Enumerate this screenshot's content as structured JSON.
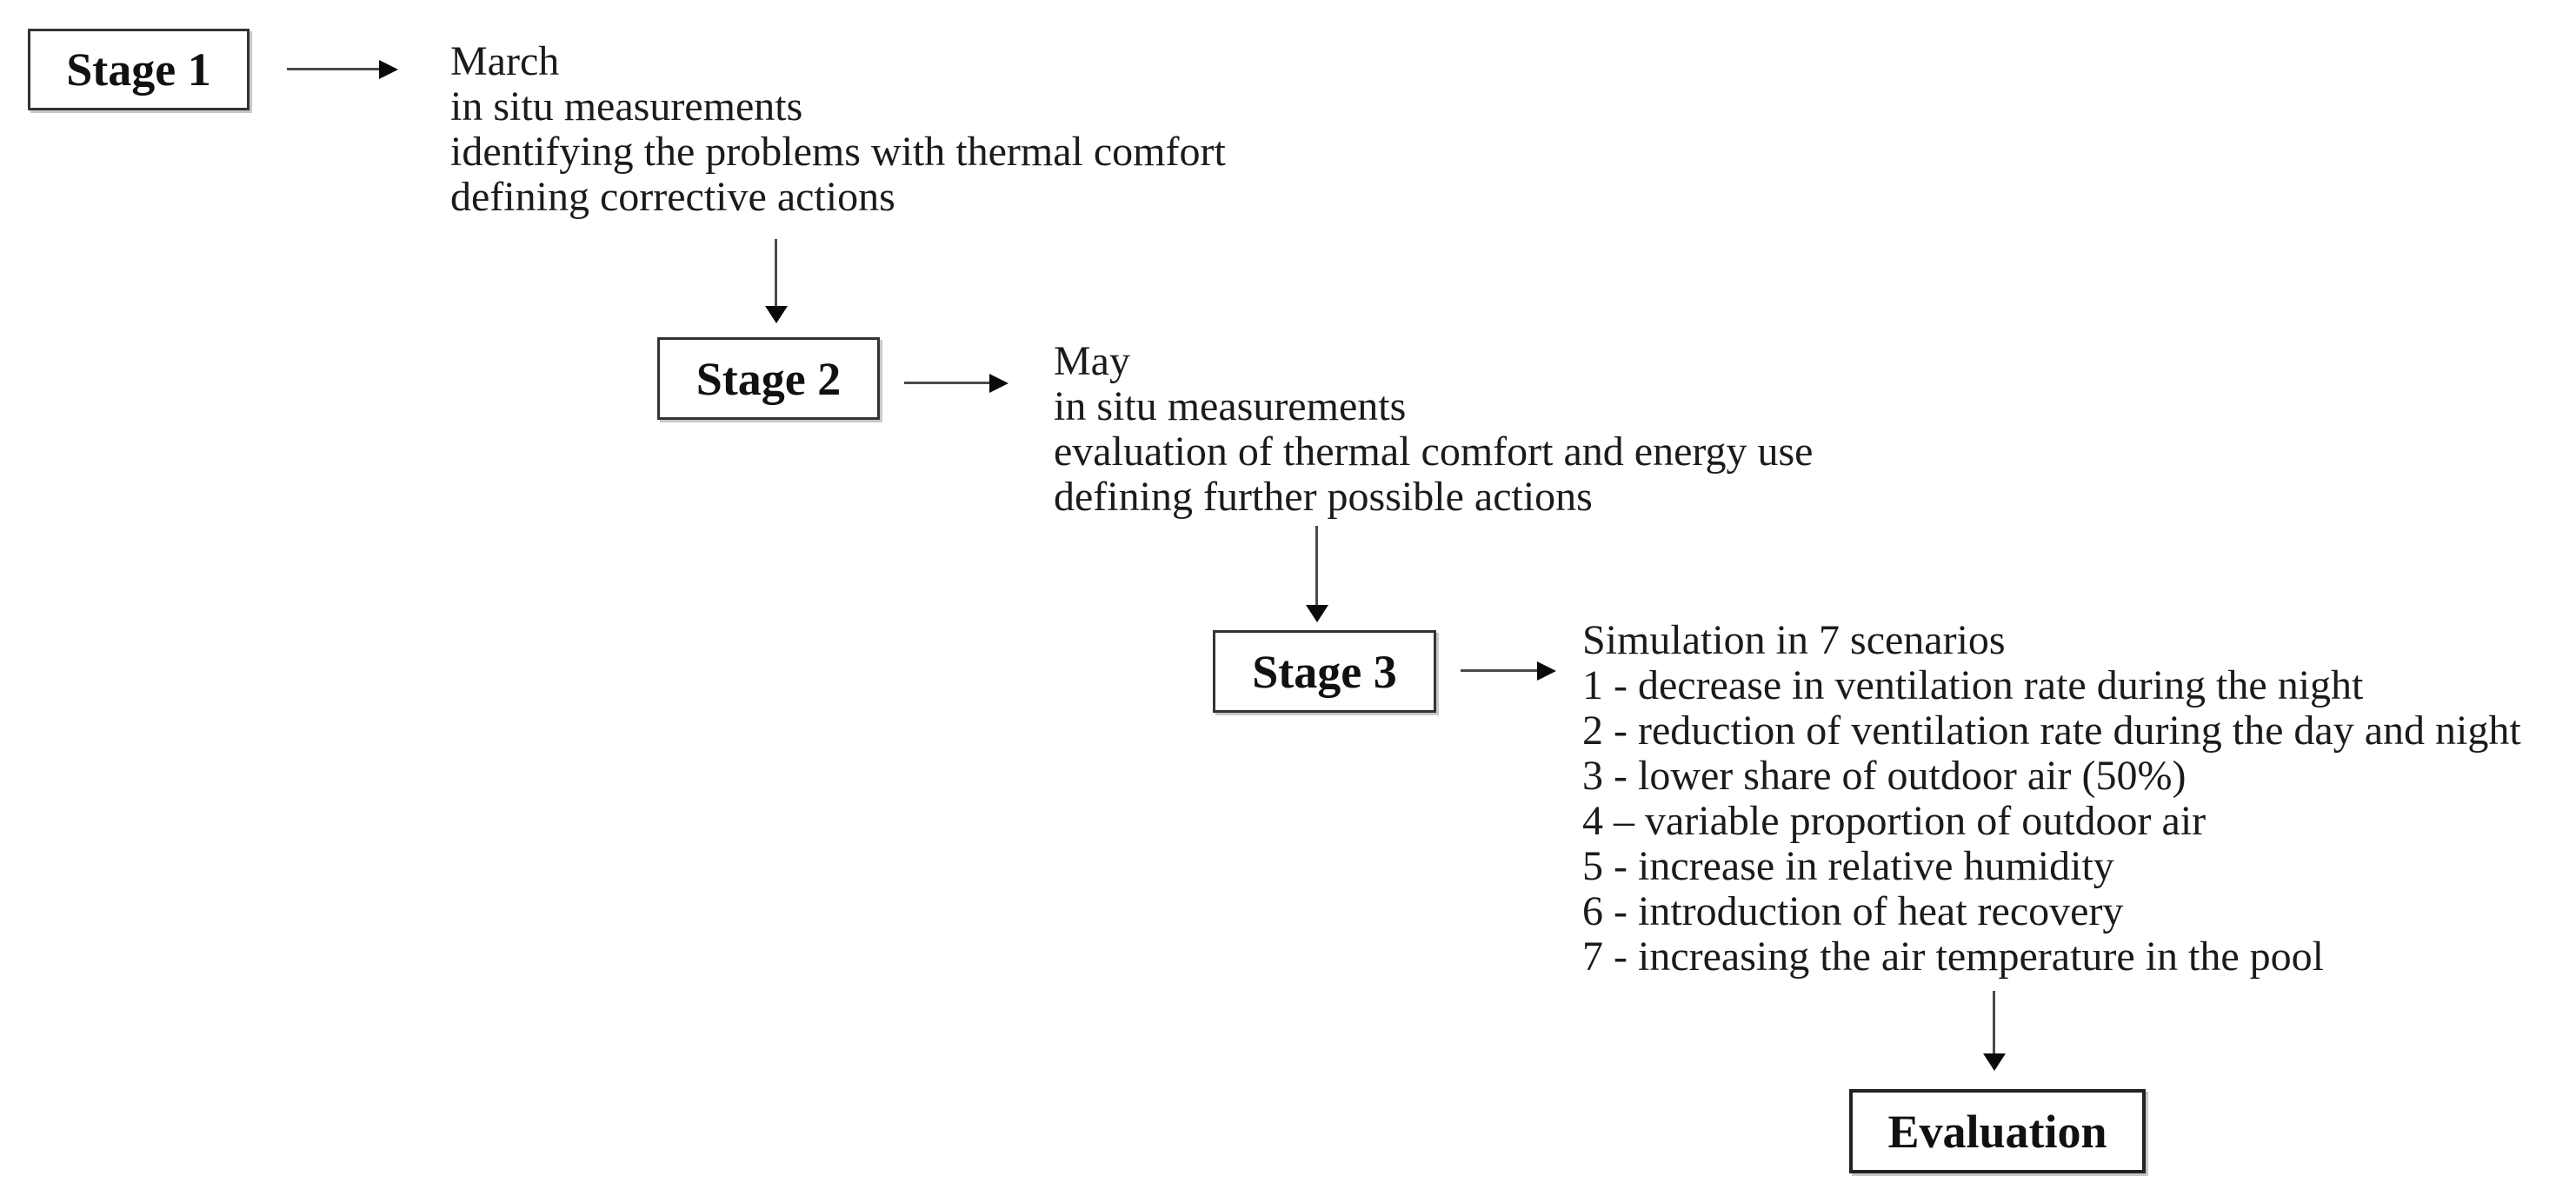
{
  "figure": {
    "colors": {
      "background": "#ffffff",
      "text": "#1b1b1b",
      "box_border": "#333333",
      "arrow_line": "#4a4a4a",
      "arrow_head": "#0a0a0a"
    },
    "stages": [
      {
        "label": "Stage 1",
        "lines": [
          "March",
          "in situ measurements",
          "identifying the problems with thermal comfort",
          "defining corrective actions"
        ]
      },
      {
        "label": "Stage 2",
        "lines": [
          "May",
          "in situ measurements",
          "evaluation of thermal comfort and energy use",
          "defining further possible actions"
        ]
      },
      {
        "label": "Stage 3",
        "lines": [
          "Simulation in 7 scenarios",
          "1 - decrease in ventilation rate during the night",
          "2 - reduction of ventilation rate during the day and night",
          "3 - lower share of outdoor air (50%)",
          "4 – variable proportion of outdoor air",
          "5 - increase in relative humidity",
          "6 - introduction of heat recovery",
          "7 - increasing the air temperature in the pool"
        ]
      }
    ],
    "final_label": "Evaluation",
    "connectors": [
      {
        "icon": "arrow-right-icon",
        "from": "stage1-box",
        "to": "stage1-description"
      },
      {
        "icon": "arrow-down-icon",
        "from": "stage1-description",
        "to": "stage2-box"
      },
      {
        "icon": "arrow-right-icon",
        "from": "stage2-box",
        "to": "stage2-description"
      },
      {
        "icon": "arrow-down-icon",
        "from": "stage2-description",
        "to": "stage3-box"
      },
      {
        "icon": "arrow-right-icon",
        "from": "stage3-box",
        "to": "stage3-description"
      },
      {
        "icon": "arrow-down-icon",
        "from": "stage3-description",
        "to": "evaluation-box"
      }
    ]
  }
}
